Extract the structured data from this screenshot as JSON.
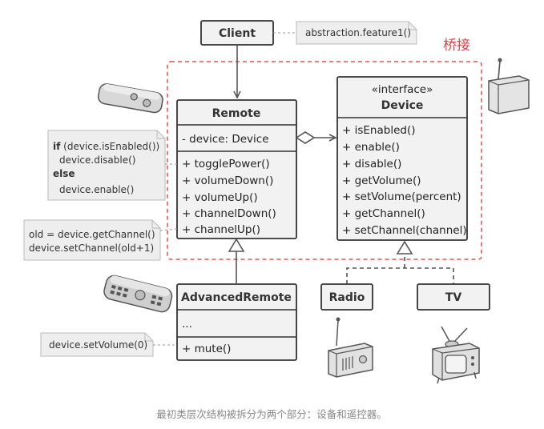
{
  "bridge_label": "桥接",
  "caption": "最初类层次结构被拆分为两个部分：设备和遥控器。",
  "client": {
    "title": "Client"
  },
  "remote": {
    "title": "Remote",
    "fields": [
      "- device: Device"
    ],
    "methods": [
      "+ togglePower()",
      "+ volumeDown()",
      "+ volumeUp()",
      "+ channelDown()",
      "+ channelUp()"
    ]
  },
  "device": {
    "stereotype": "«interface»",
    "title": "Device",
    "methods": [
      "+ isEnabled()",
      "+ enable()",
      "+ disable()",
      "+ getVolume()",
      "+ setVolume(percent)",
      "+ getChannel()",
      "+ setChannel(channel)"
    ]
  },
  "advanced_remote": {
    "title": "AdvancedRemote",
    "fields": [
      "..."
    ],
    "methods": [
      "+ mute()"
    ]
  },
  "radio": {
    "title": "Radio"
  },
  "tv": {
    "title": "TV"
  },
  "notes": {
    "client_call": "abstraction.feature1()",
    "toggle_power": {
      "line1_kw": "if",
      "line1_rest": " (device.isEnabled())",
      "line2": "device.disable()",
      "line3_kw": "else",
      "line4": "device.enable()"
    },
    "channel_up": [
      "old = device.getChannel()",
      "device.setChannel(old+1)"
    ],
    "mute": "device.setVolume(0)"
  },
  "colors": {
    "bridge_red": "#e0524f",
    "box_fill": "#f2f2f2",
    "box_stroke": "#333333",
    "note_fill": "#eeeeee",
    "caption_gray": "#888888"
  },
  "icons": [
    "remote-icon",
    "advanced-remote-icon",
    "wall-device-icon",
    "radio-icon",
    "tv-icon"
  ]
}
